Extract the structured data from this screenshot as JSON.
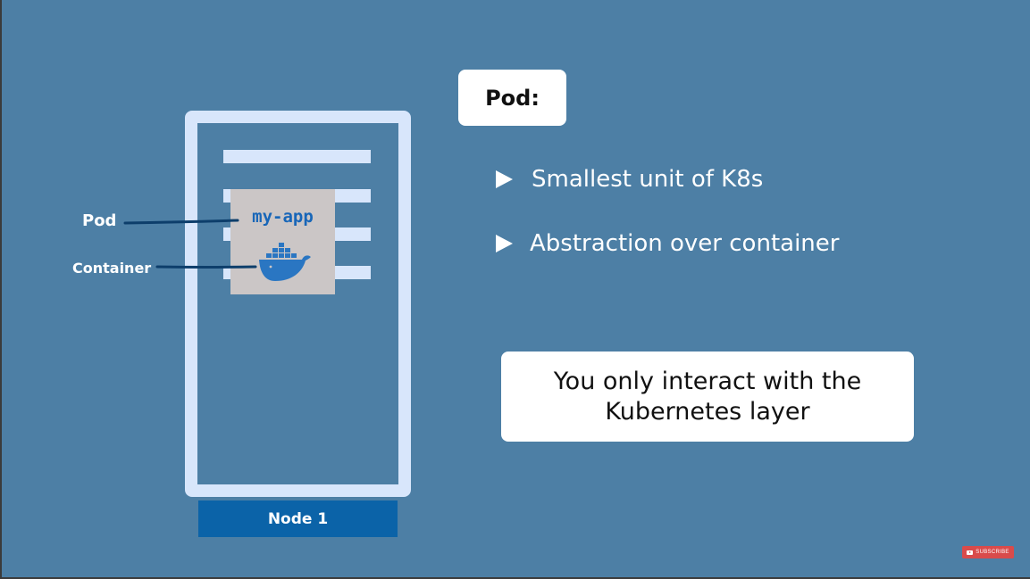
{
  "diagram": {
    "node_label": "Node 1",
    "pod_name": "my-app",
    "pod_pointer_label": "Pod",
    "container_pointer_label": "Container"
  },
  "slide": {
    "title": "Pod:",
    "bullets": [
      "Smallest unit of K8s",
      "Abstraction over container"
    ],
    "note": "You only interact with the Kubernetes layer"
  },
  "overlay": {
    "subscribe_label": "SUBSCRIBE"
  },
  "colors": {
    "background": "#4d7fa5",
    "server_outline": "#d8e6fb",
    "node_label_bg": "#0b63a8",
    "pod_bg": "#cbc6c6",
    "pod_text": "#1866b8",
    "docker_blue": "#2a76c2",
    "pointer_line": "#0d3e6b",
    "subscribe_red": "#d94b4b"
  },
  "icons": {
    "container_icon": "docker-whale-icon",
    "bullet_icon": "triangle-right-icon",
    "subscribe_icon": "play-icon"
  }
}
